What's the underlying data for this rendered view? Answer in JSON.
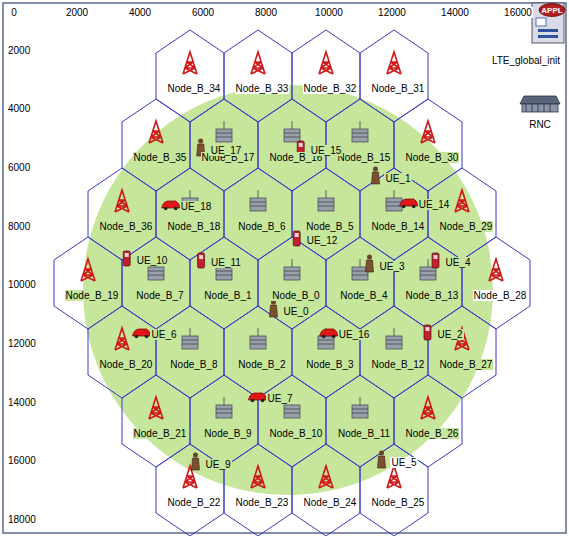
{
  "diagram": {
    "labels": [
      "0",
      "2000",
      "4000",
      "6000",
      "8000",
      "10000",
      "12000",
      "14000",
      "16000",
      "2000",
      "4000",
      "6000",
      "8000",
      "10000",
      "12000",
      "14000",
      "16000",
      "18000",
      "Node_B_34",
      "Node_B_33",
      "Node_B_32",
      "Node_B_31",
      "Node_B_35",
      "Node_B_17",
      "Node_B_16",
      "Node_B_15",
      "Node_B_30",
      "Node_B_36",
      "Node_B_18",
      "Node_B_6",
      "Node_B_5",
      "Node_B_14",
      "Node_B_29",
      "Node_B_19",
      "Node_B_7",
      "Node_B_1",
      "Node_B_0",
      "Node_B_4",
      "Node_B_13",
      "Node_B_28",
      "Node_B_20",
      "Node_B_8",
      "Node_B_2",
      "Node_B_3",
      "Node_B_12",
      "Node_B_27",
      "Node_B_21",
      "Node_B_9",
      "Node_B_10",
      "Node_B_11",
      "Node_B_26",
      "Node_B_22",
      "Node_B_23",
      "Node_B_24",
      "Node_B_25",
      "UE_17",
      "UE_15",
      "UE_1",
      "UE_18",
      "UE_14",
      "UE_12",
      "UE_10",
      "UE_11",
      "UE_0",
      "UE_3",
      "UE_4",
      "UE_6",
      "UE_16",
      "UE_2",
      "UE_7",
      "UE_9",
      "UE_5",
      "APPL",
      "LTE_global_init",
      "RNC"
    ]
  }
}
